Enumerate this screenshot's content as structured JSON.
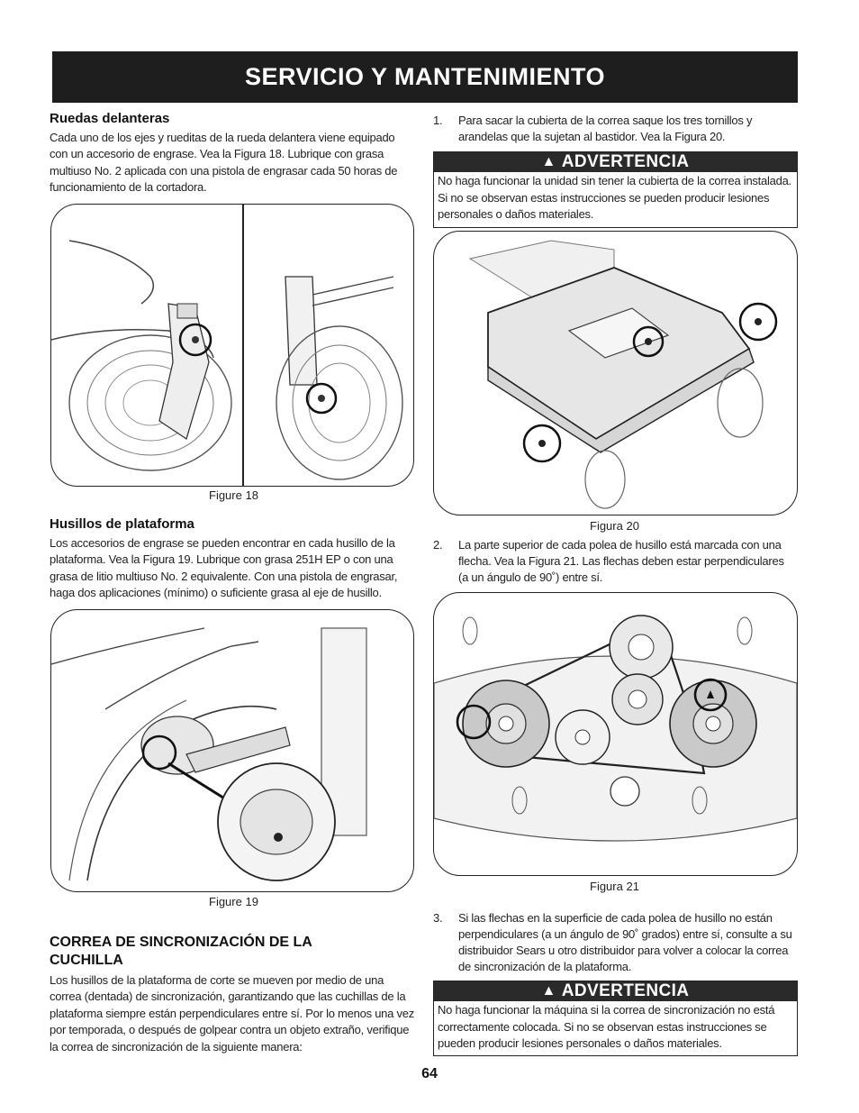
{
  "header": {
    "title": "SERVICIO Y MANTENIMIENTO"
  },
  "left": {
    "front_wheels": {
      "heading": "Ruedas delanteras",
      "text": "Cada uno de los ejes y rueditas de la rueda delantera viene equipado con un accesorio de engrase. Vea la Figura 18. Lubrique con grasa multiuso No. 2 aplicada con una pistola de engrasar cada 50 horas de funcionamiento de la cortadora."
    },
    "figure18_caption": "Figure 18",
    "spindles": {
      "heading": "Husillos de plataforma",
      "text": "Los accesorios de engrase se pueden encontrar en cada husillo de la plataforma. Vea la Figura 19. Lubrique con grasa 251H EP o con una grasa de litio multiuso No. 2 equivalente. Con una pistola de engrasar, haga dos aplicaciones (mínimo) o suficiente grasa al eje de husillo."
    },
    "figure19_caption": "Figure 19",
    "timing_belt": {
      "heading": "CORREA DE SINCRONIZACIÓN DE LA CUCHILLA",
      "text": "Los husillos de la plataforma de corte se mueven por medio de una correa (dentada) de sincronización, garantizando que las cuchillas de la plataforma siempre están perpendiculares entre sí. Por lo menos una vez por temporada, o después de golpear contra un objeto extraño, verifique la correa de sincronización de la siguiente manera:"
    }
  },
  "right": {
    "step1": {
      "num": "1.",
      "text": "Para sacar la cubierta de la correa saque los tres tornillos y arandelas que la sujetan al bastidor. Vea la Figura 20."
    },
    "warning1": {
      "title": "ADVERTENCIA",
      "text": "No haga funcionar la unidad sin tener la cubierta de la correa instalada. Si no se observan estas instrucciones se pueden producir lesiones personales o daños materiales."
    },
    "figure20_caption": "Figura 20",
    "step2": {
      "num": "2.",
      "text": "La parte superior de cada polea de husillo está marcada con una flecha. Vea la Figura 21. Las flechas deben estar perpendiculares (a un ángulo de 90˚) entre sí."
    },
    "figure21_caption": "Figura 21",
    "step3": {
      "num": "3.",
      "text": "Si las flechas en la superficie de cada polea de husillo no están perpendiculares (a un ángulo de 90˚ grados) entre sí, consulte a su distribuidor Sears u otro distribuidor para volver a colocar la correa de sincronización de la plataforma."
    },
    "warning2": {
      "title": "ADVERTENCIA",
      "text": "No haga funcionar la máquina si la correa de sincronización no está correctamente colocada. Si no se observan estas instrucciones se pueden producir lesiones personales o daños materiales."
    }
  },
  "page_number": "64"
}
